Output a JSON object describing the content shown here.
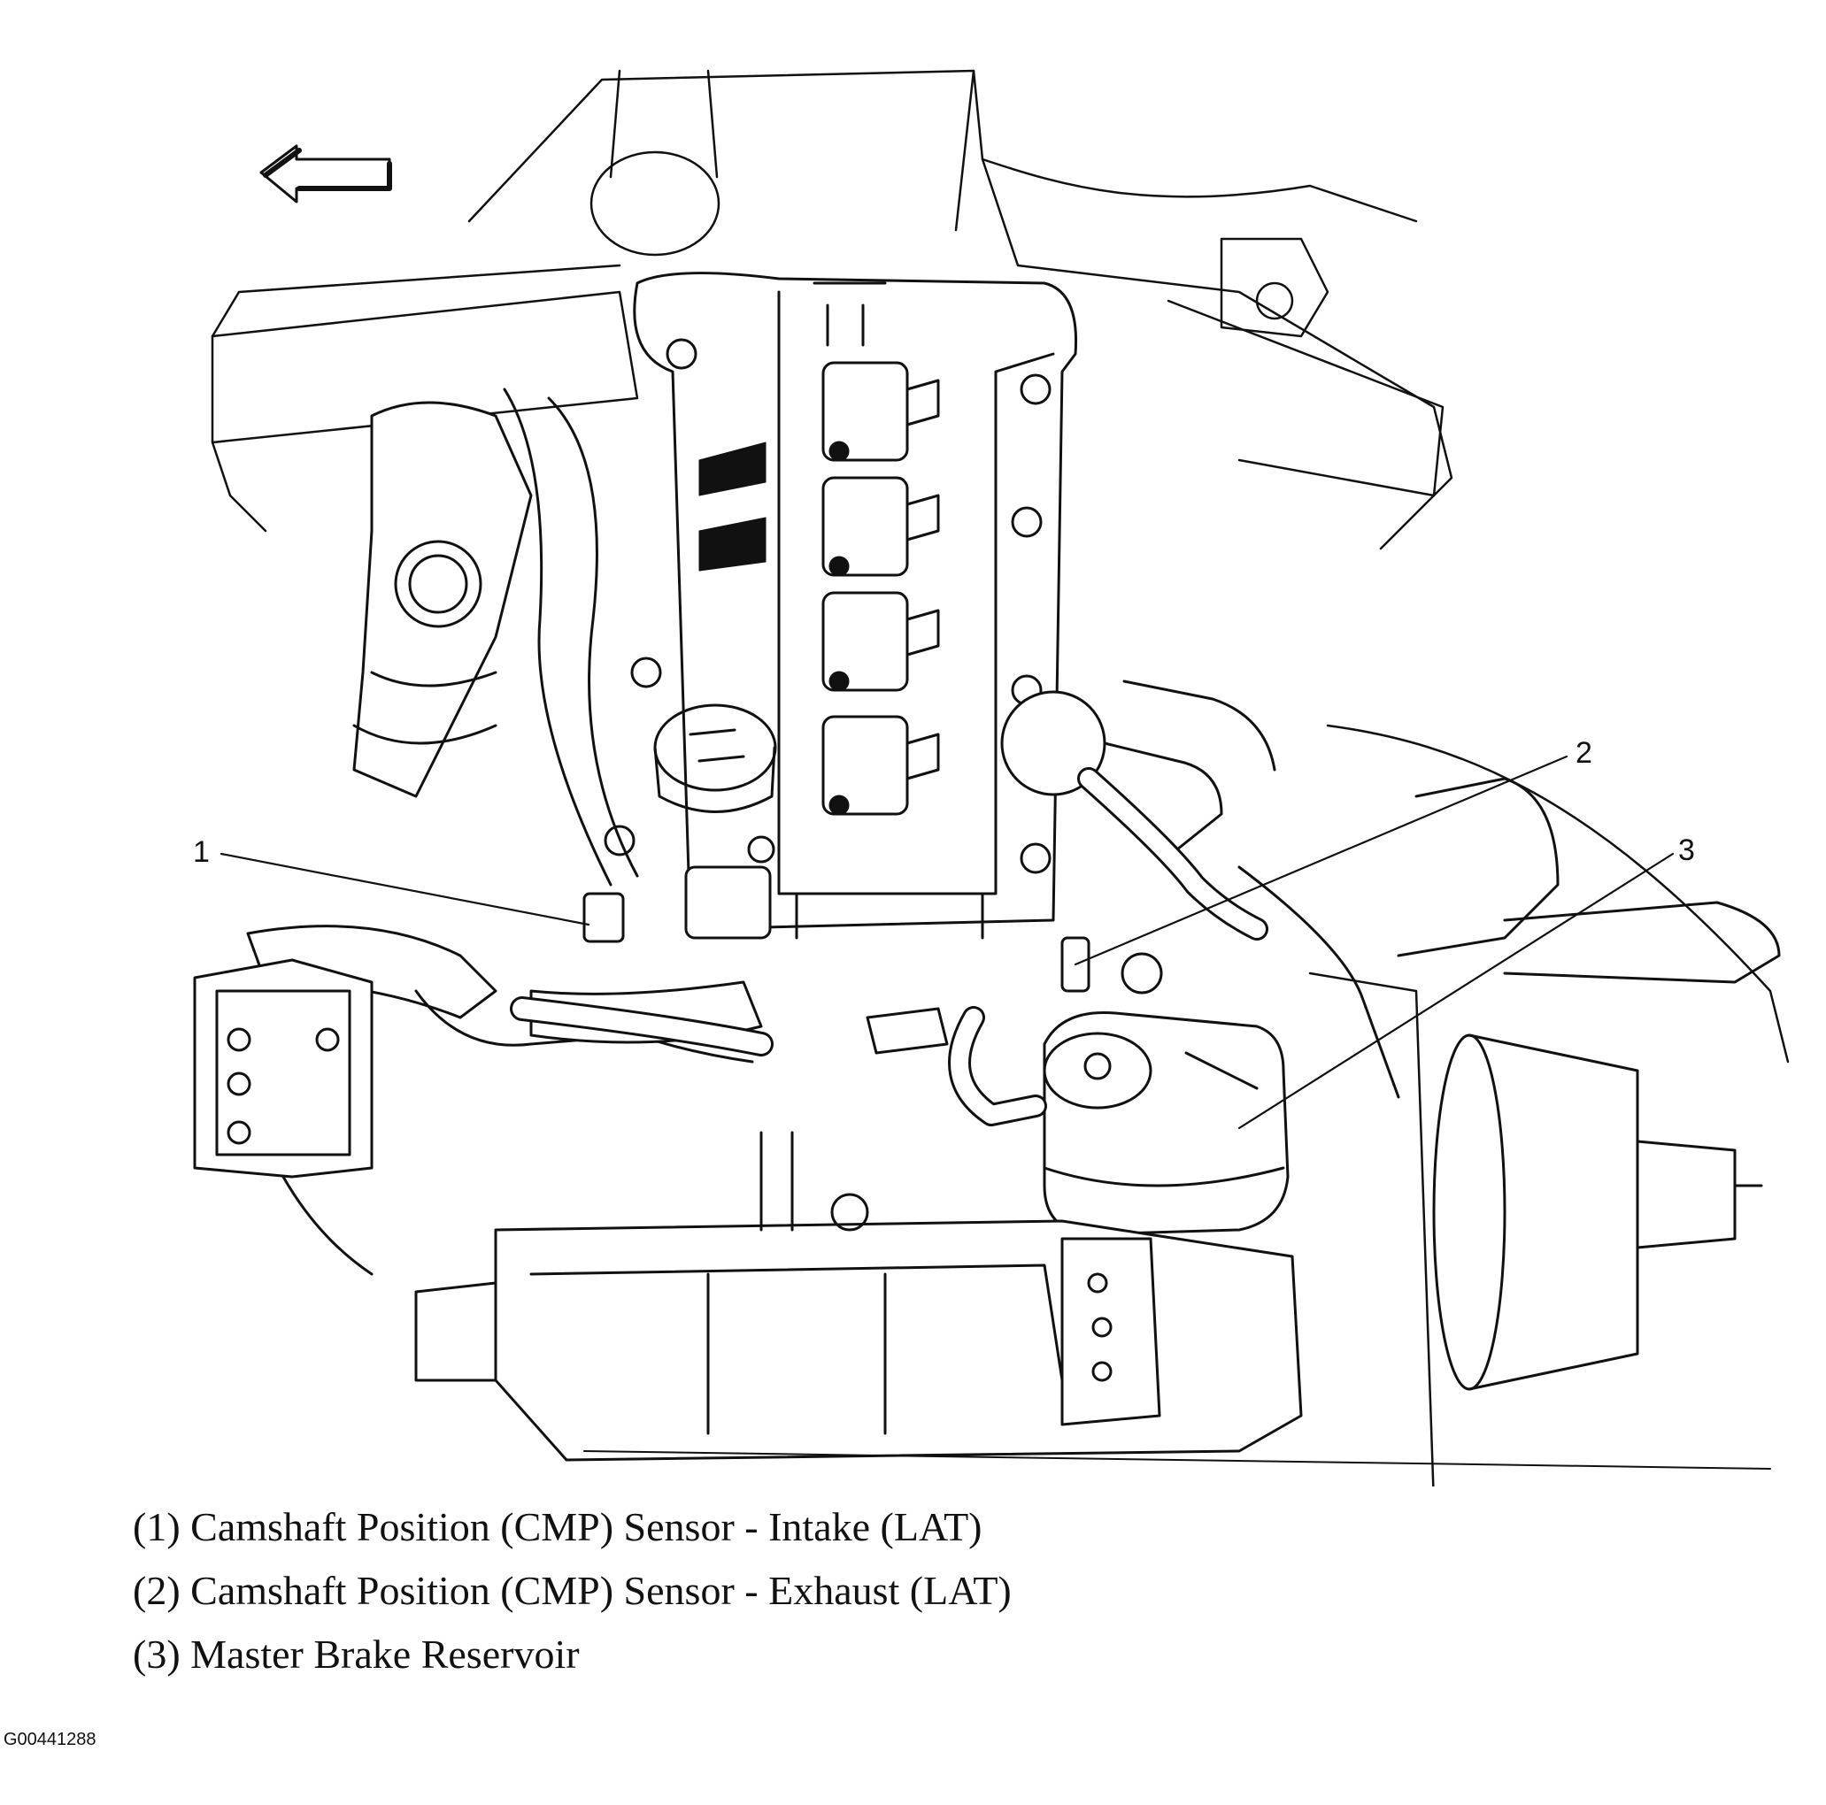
{
  "callouts": [
    {
      "number": "1"
    },
    {
      "number": "2"
    },
    {
      "number": "3"
    }
  ],
  "legend": [
    "(1) Camshaft Position (CMP) Sensor - Intake (LAT)",
    "(2) Camshaft Position (CMP) Sensor - Exhaust (LAT)",
    "(3) Master Brake Reservoir"
  ],
  "figure_id": "G00441288"
}
